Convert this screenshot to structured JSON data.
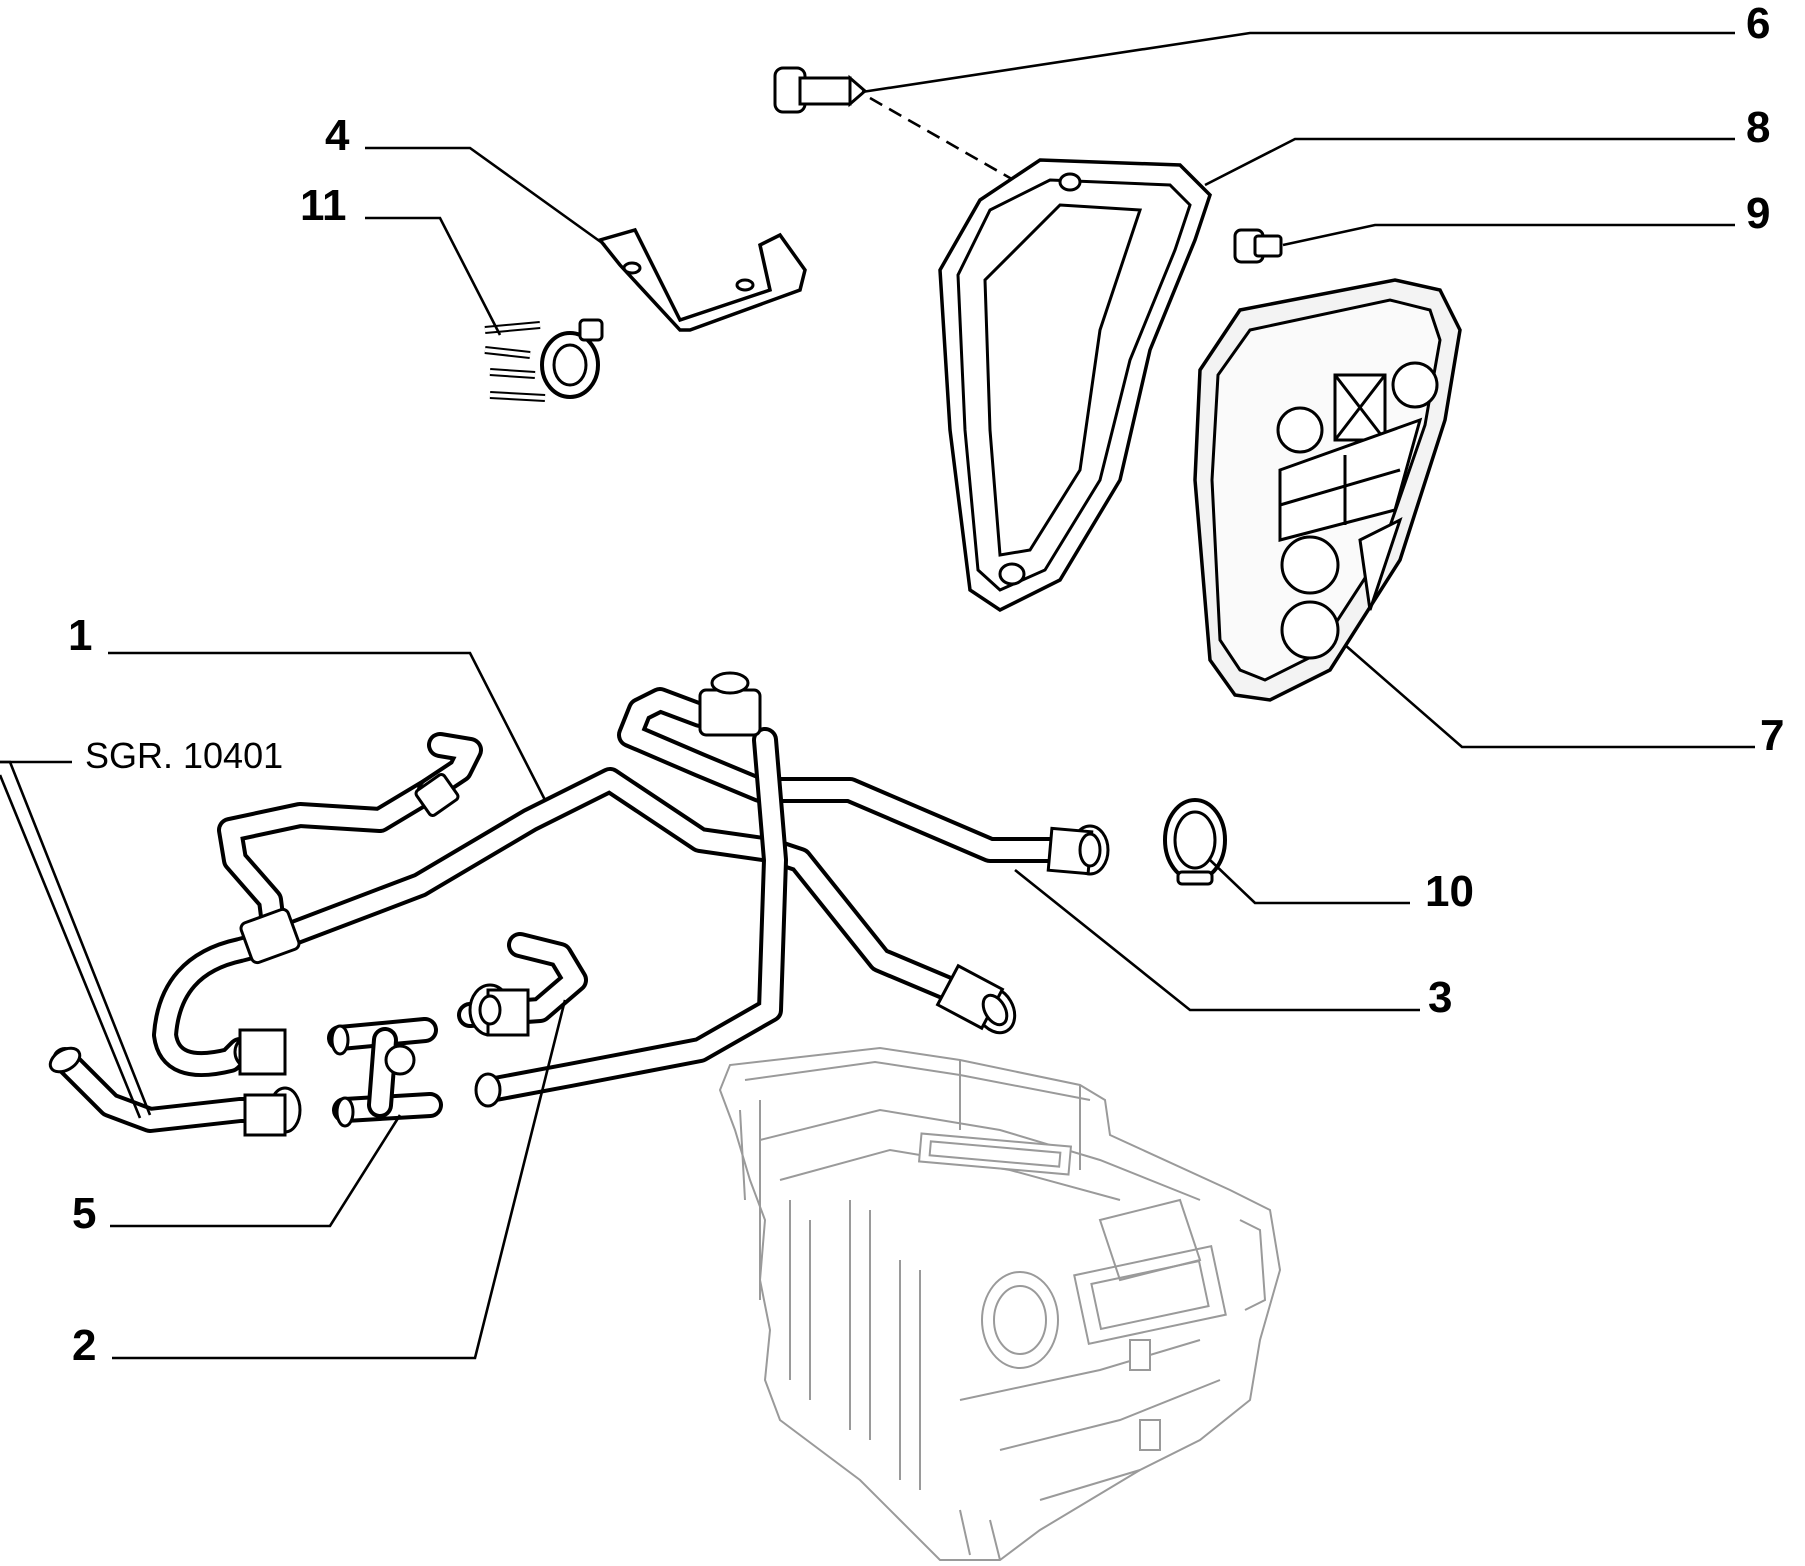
{
  "reference": "SGR. 10401",
  "callouts": [
    {
      "id": "callout-1",
      "label": "1"
    },
    {
      "id": "callout-2",
      "label": "2"
    },
    {
      "id": "callout-3",
      "label": "3"
    },
    {
      "id": "callout-4",
      "label": "4"
    },
    {
      "id": "callout-5",
      "label": "5"
    },
    {
      "id": "callout-6",
      "label": "6"
    },
    {
      "id": "callout-7",
      "label": "7"
    },
    {
      "id": "callout-8",
      "label": "8"
    },
    {
      "id": "callout-9",
      "label": "9"
    },
    {
      "id": "callout-10",
      "label": "10"
    },
    {
      "id": "callout-11",
      "label": "11"
    }
  ]
}
